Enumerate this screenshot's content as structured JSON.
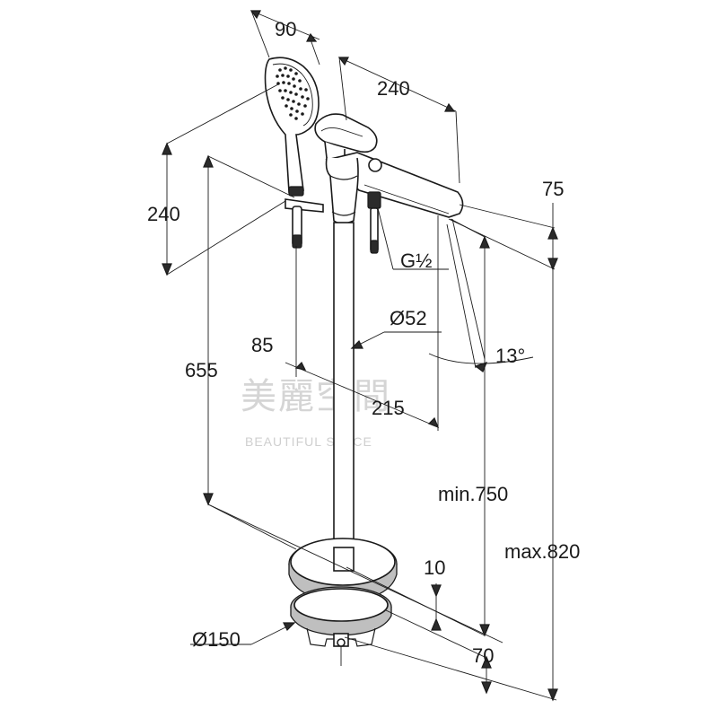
{
  "dimensions": {
    "hand_shower_width": "90",
    "spout_length_top": "240",
    "hand_shower_height": "240",
    "spout_height": "75",
    "connection_thread": "G½",
    "column_diameter": "Ø52",
    "hose_offset": "85",
    "spout_projection": "215",
    "spout_angle": "13°",
    "handset_height": "655",
    "min_height": "min.750",
    "max_height": "max.820",
    "base_gap": "10",
    "base_diameter": "Ø150",
    "base_height": "70"
  },
  "watermark": {
    "chinese": "美麗空間",
    "english": "BEAUTIFUL SPACE"
  },
  "colors": {
    "line": "#1a1a1a",
    "metal_shade": "#bfbfbf",
    "watermark": "#d5d5d5"
  }
}
